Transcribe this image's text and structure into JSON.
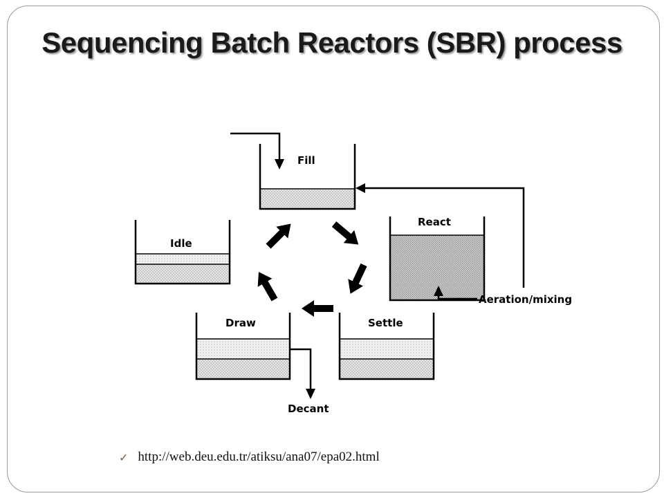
{
  "title": "Sequencing Batch Reactors (SBR) process",
  "diagram": {
    "stages": [
      {
        "id": "fill",
        "label": "Fill"
      },
      {
        "id": "react",
        "label": "React"
      },
      {
        "id": "settle",
        "label": "Settle"
      },
      {
        "id": "draw",
        "label": "Draw"
      },
      {
        "id": "idle",
        "label": "Idle"
      }
    ],
    "annotations": {
      "aeration": "Aeration/mixing",
      "decant": "Decant"
    }
  },
  "source": {
    "bullet_icon": "checkmark-bullet-icon",
    "bullet_glyph": "✓",
    "url": "http://web.deu.edu.tr/atiksu/ana07/epa02.html"
  }
}
